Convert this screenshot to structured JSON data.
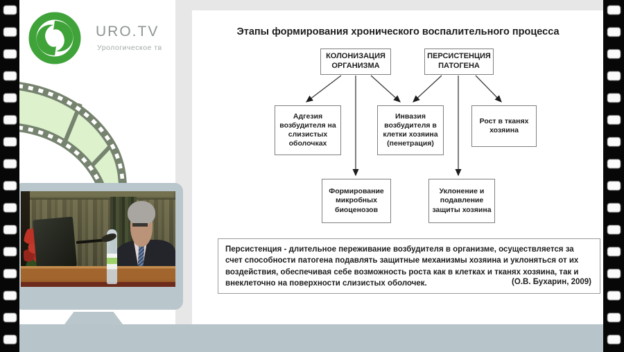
{
  "branding": {
    "channel": "URO.TV",
    "tagline": "Урологическое тв"
  },
  "slide": {
    "title": "Этапы формирования хронического воспалительного процесса",
    "boxes": {
      "colonization": "КОЛОНИЗАЦИЯ ОРГАНИЗМА",
      "persistence": "ПЕРСИСТЕНЦИЯ ПАТОГЕНА",
      "adhesion": "Адгезия возбудителя на слизистых оболочках",
      "invasion": "Инвазия возбудителя в клетки хозяина (пенетрация)",
      "tissue_growth": "Рост в тканях хозяина",
      "biocenosis": "Формирование микробных биоценозов",
      "evasion": "Уклонение и подавление защиты хозяина"
    },
    "edges": [
      {
        "from": "colonization",
        "to": "adhesion"
      },
      {
        "from": "colonization",
        "to": "biocenosis"
      },
      {
        "from": "colonization",
        "to": "invasion"
      },
      {
        "from": "persistence",
        "to": "invasion"
      },
      {
        "from": "persistence",
        "to": "evasion"
      },
      {
        "from": "persistence",
        "to": "tissue_growth"
      }
    ],
    "note": {
      "text": "Персистенция -  длительное переживание возбудителя в организме, осуществляется за счет способности патогена подавлять  защитные механизмы хозяина и уклоняться от их воздействия, обеспечивая себе возможность роста как в клетках и тканях хозяина, так и внеклеточно на поверхности слизистых оболочек.",
      "citation": "(О.В. Бухарин, 2009)"
    }
  },
  "colors": {
    "accent_green": "#3fa33a",
    "band_gray_blue": "#b7c4ca",
    "monitor_frame": "#b9c6cc",
    "film_black": "#070707",
    "box_border": "#7f7f7f",
    "text": "#1d1d1d",
    "logo_text": "#8e9494",
    "logo_tagline": "#a3a9a9"
  }
}
